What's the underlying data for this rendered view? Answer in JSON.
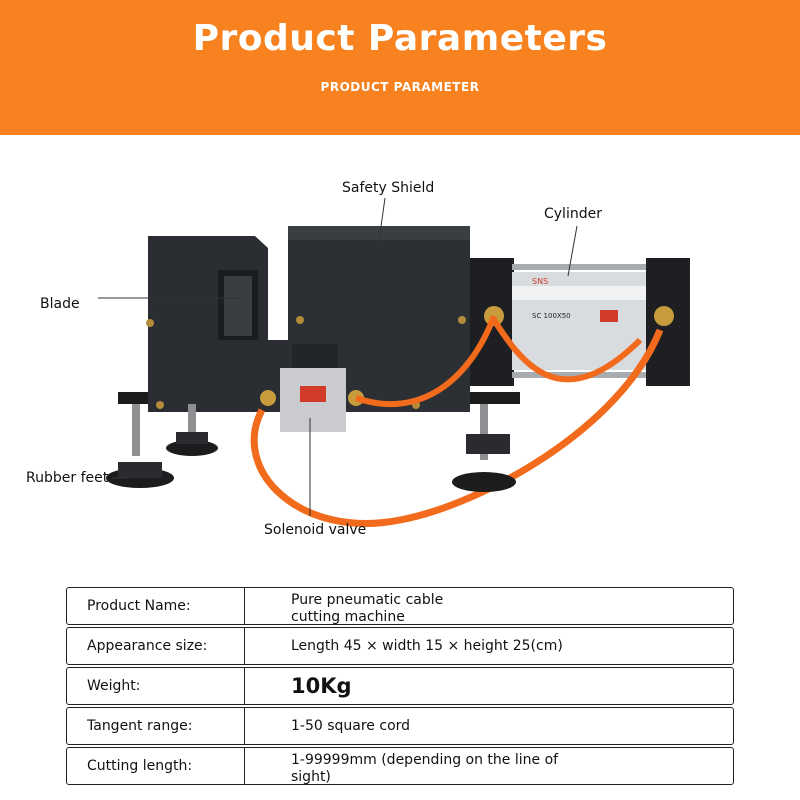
{
  "banner": {
    "title": "Product Parameters",
    "subtitle": "PRODUCT PARAMETER",
    "color": "#f7821f"
  },
  "figure": {
    "labels": {
      "safety_shield": "Safety Shield",
      "cylinder": "Cylinder",
      "blade": "Blade",
      "rubber_feet": "Rubber feet",
      "solenoid_valve": "Solenoid valve"
    },
    "cylinder_text": {
      "brand": "SNS",
      "model": "SC 100X50"
    },
    "hose_color": "#f26a1b"
  },
  "specs": [
    {
      "key": "Product Name:",
      "value_line1": "Pure pneumatic cable",
      "value_line2": "cutting machine"
    },
    {
      "key": "Appearance size:",
      "value_line1": "Length 45 × width 15 × height 25(cm)",
      "value_line2": ""
    },
    {
      "key": "Weight:",
      "value_line1": "10Kg",
      "value_line2": ""
    },
    {
      "key": "Tangent range:",
      "value_line1": "1-50 square cord",
      "value_line2": ""
    },
    {
      "key": "Cutting length:",
      "value_line1": "1-99999mm (depending on the line of",
      "value_line2": "sight)"
    }
  ]
}
